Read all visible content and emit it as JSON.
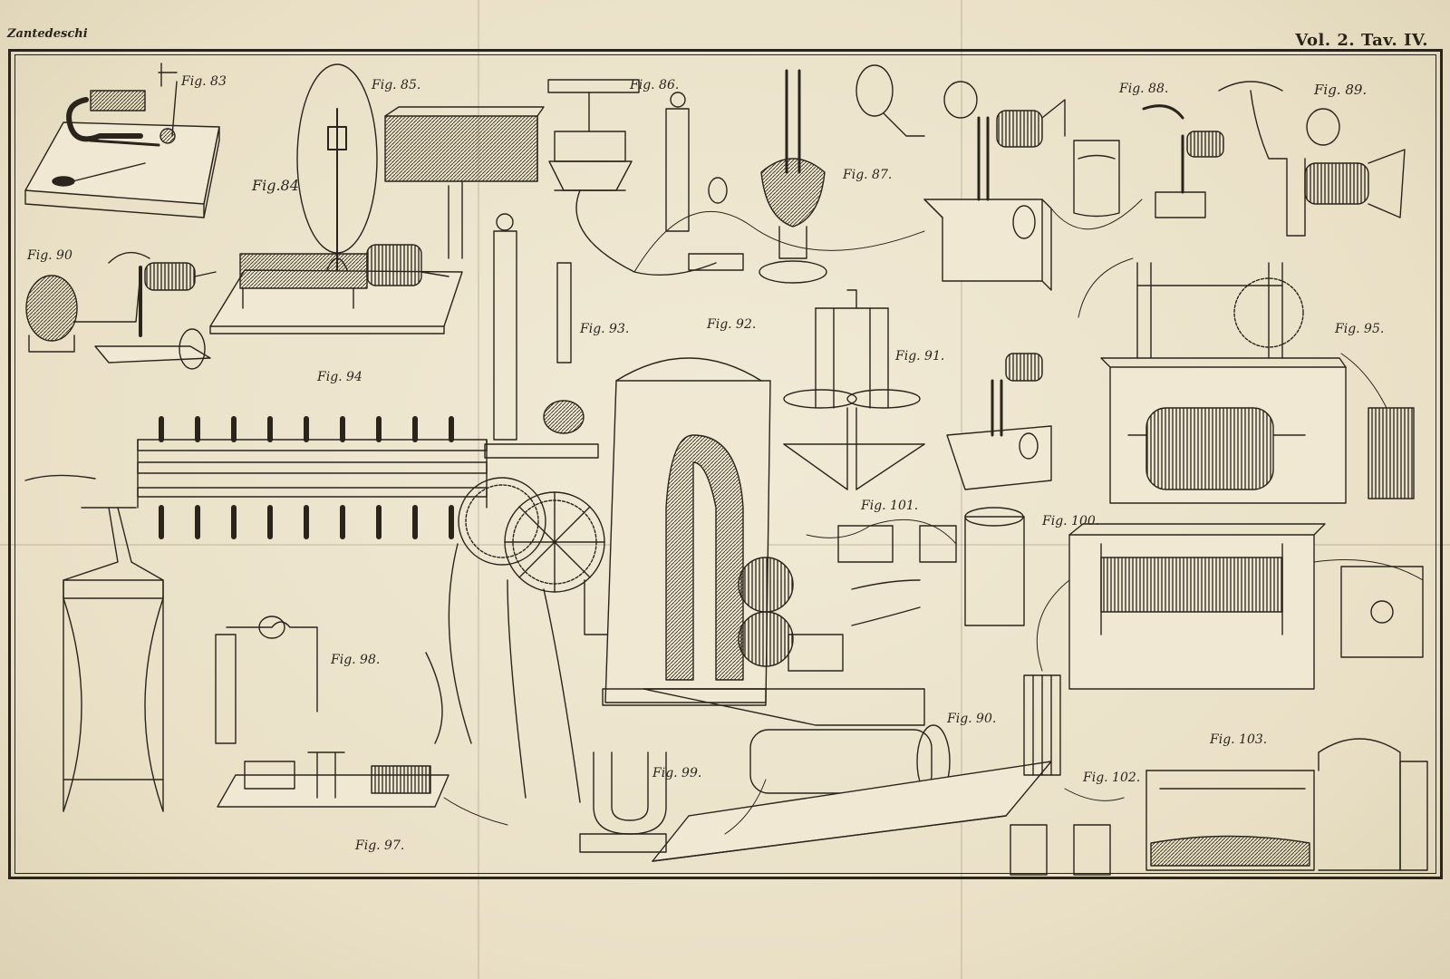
{
  "header": {
    "author": "Zantedeschi",
    "volume": "Vol. 2. Tav. IV."
  },
  "figures": [
    {
      "id": "fig83",
      "label": "Fig. 83"
    },
    {
      "id": "fig84",
      "label": "Fig.84"
    },
    {
      "id": "fig85",
      "label": "Fig. 85."
    },
    {
      "id": "fig86",
      "label": "Fig. 86."
    },
    {
      "id": "fig87",
      "label": "Fig. 87."
    },
    {
      "id": "fig88",
      "label": "Fig. 88."
    },
    {
      "id": "fig89",
      "label": "Fig. 89."
    },
    {
      "id": "fig90a",
      "label": "Fig. 90"
    },
    {
      "id": "fig90b",
      "label": "Fig. 90."
    },
    {
      "id": "fig91",
      "label": "Fig. 91."
    },
    {
      "id": "fig92",
      "label": "Fig. 92."
    },
    {
      "id": "fig93",
      "label": "Fig. 93."
    },
    {
      "id": "fig94",
      "label": "Fig. 94"
    },
    {
      "id": "fig95",
      "label": "Fig. 95."
    },
    {
      "id": "fig97",
      "label": "Fig. 97."
    },
    {
      "id": "fig98",
      "label": "Fig. 98."
    },
    {
      "id": "fig99",
      "label": "Fig. 99."
    },
    {
      "id": "fig100",
      "label": "Fig. 100."
    },
    {
      "id": "fig101",
      "label": "Fig. 101."
    },
    {
      "id": "fig102",
      "label": "Fig. 102."
    },
    {
      "id": "fig103",
      "label": "Fig. 103."
    }
  ]
}
